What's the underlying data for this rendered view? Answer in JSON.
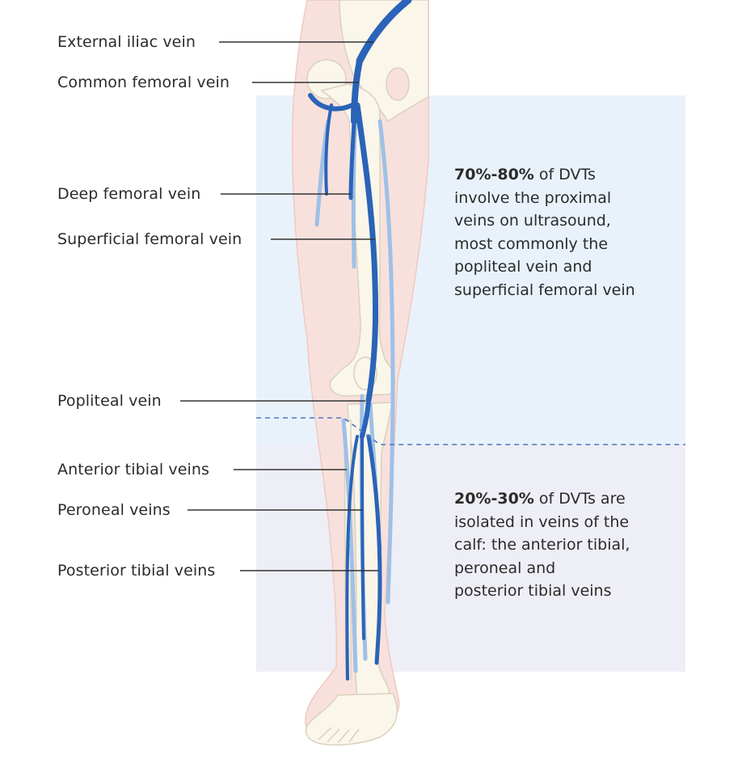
{
  "labels": {
    "external_iliac": "External iliac vein",
    "common_femoral": "Common femoral vein",
    "deep_femoral": "Deep femoral vein",
    "superficial_femoral": "Superficial femoral vein",
    "popliteal": "Popliteal vein",
    "anterior_tibial": "Anterior tibial veins",
    "peroneal": "Peroneal veins",
    "posterior_tibial": "Posterior tibial veins"
  },
  "notes": {
    "proximal": {
      "percent": "70%-80%",
      "lines": [
        " of DVTs",
        "involve the proximal",
        "veins on ultrasound,",
        "most commonly the",
        "popliteal vein and",
        "superficial femoral vein"
      ]
    },
    "calf": {
      "percent": "20%-30%",
      "lines": [
        " of DVTs are",
        "isolated in veins of the",
        "calf: the anterior tibial,",
        "peroneal and",
        "posterior tibial veins"
      ]
    }
  },
  "colors": {
    "vein_dark": "#2a63b8",
    "vein_light": "#9fc0e6",
    "skin": "#f8e1dc",
    "bone": "#faf6ea",
    "panel_top": "#e9f2fb",
    "panel_bottom": "#eeeef6",
    "divider": "#4a78c0"
  }
}
